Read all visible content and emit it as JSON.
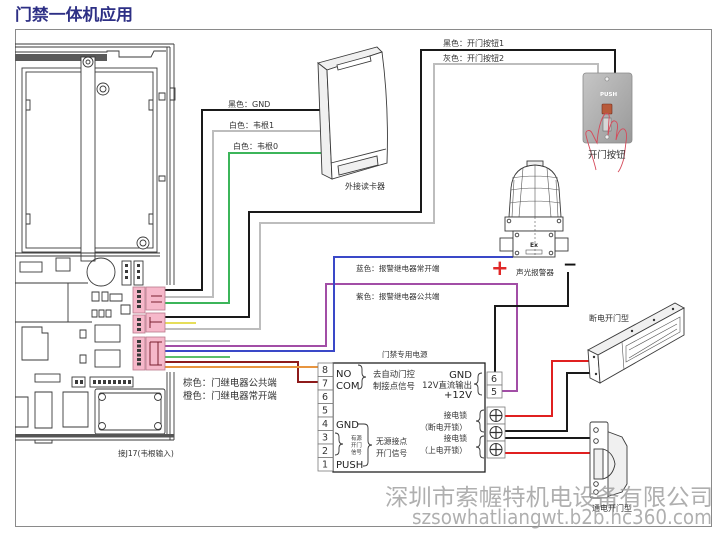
{
  "title": "门禁一体机应用",
  "controller": {
    "connector_note": "接J17(韦根输入)"
  },
  "reader": {
    "label": "外接读卡器",
    "wires": [
      {
        "label": "黑色：GND",
        "color": "#1a1a1a"
      },
      {
        "label": "白色：韦根1",
        "color": "#bdbdbd"
      },
      {
        "label": "白色：韦根0",
        "color": "#3cb55a"
      }
    ]
  },
  "exit_button": {
    "label": "开门按钮",
    "face_text": "PUSH",
    "wires": [
      {
        "label": "黑色：开门按钮1",
        "color": "#1a1a1a"
      },
      {
        "label": "灰色：开门按钮2",
        "color": "#bdbdbd"
      }
    ]
  },
  "alarm": {
    "label": "声光报警器",
    "plate_text": "Ex",
    "positive_sign": "+",
    "negative_sign": "−",
    "positive_color": "#e02828",
    "wires": [
      {
        "label": "蓝色：报警继电器常开端",
        "color": "#3a48c8"
      },
      {
        "label": "紫色：报警继电器公共端",
        "color": "#a24ea6"
      }
    ],
    "negative_wire_color": "#1a1a1a"
  },
  "door_relay": {
    "wires": [
      {
        "label": "棕色：门继电器公共端",
        "color": "#8e1b1b"
      },
      {
        "label": "橙色：门继电器常开端",
        "color": "#e8953f"
      }
    ]
  },
  "spare_wire_colors": [
    "#e6de5a",
    "#c8c8c8",
    "#5bbf6a"
  ],
  "power_supply": {
    "title": "门禁专用电源",
    "left_terminals": [
      "8",
      "7",
      "6",
      "5",
      "4",
      "3",
      "2",
      "1"
    ],
    "relay_out": {
      "no": "NO",
      "com": "COM",
      "desc": [
        "去自动门控",
        "制接点信号"
      ]
    },
    "inputs": {
      "gnd": "GND",
      "push": "PUSH",
      "active_desc": [
        "有源",
        "开门",
        "信号"
      ],
      "passive_desc": [
        "无源接点",
        "开门信号"
      ]
    },
    "dc_output": {
      "terminals": [
        "6",
        "5"
      ],
      "labels": [
        "GND",
        "12V直流输出",
        "+12V"
      ]
    },
    "lock_outputs": [
      {
        "label": "接电锁",
        "mode": "（断电开锁）"
      },
      {
        "label": "接电锁",
        "mode": "（上电开锁）"
      }
    ]
  },
  "locks": {
    "maglock_label": "断电开门型",
    "strike_label": "通电开门型",
    "positive_color": "#e02020",
    "negative_color": "#1a1a1a"
  },
  "watermark": {
    "company": "深圳市索幄特机电设备有限公司",
    "url": "szsowhatliangwt.b2b.hc360.com"
  }
}
